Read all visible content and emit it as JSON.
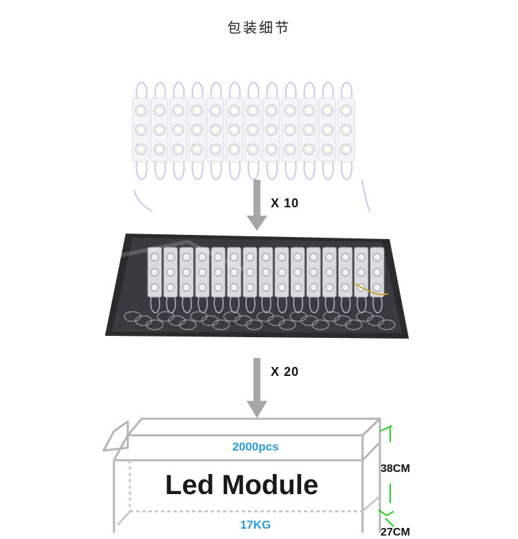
{
  "title": "包装细节",
  "steps": [
    {
      "multiplier": "X  10"
    },
    {
      "multiplier": "X  20"
    }
  ],
  "box": {
    "quantity": "2000pcs",
    "label": "Led Module",
    "weight": "17KG",
    "height": "38CM",
    "depth": "27CM"
  },
  "colors": {
    "arrow": "#a6a6a6",
    "box_outline": "#b5b5b5",
    "accent_blue": "#2a9bd6",
    "dim_green": "#22cc22"
  }
}
